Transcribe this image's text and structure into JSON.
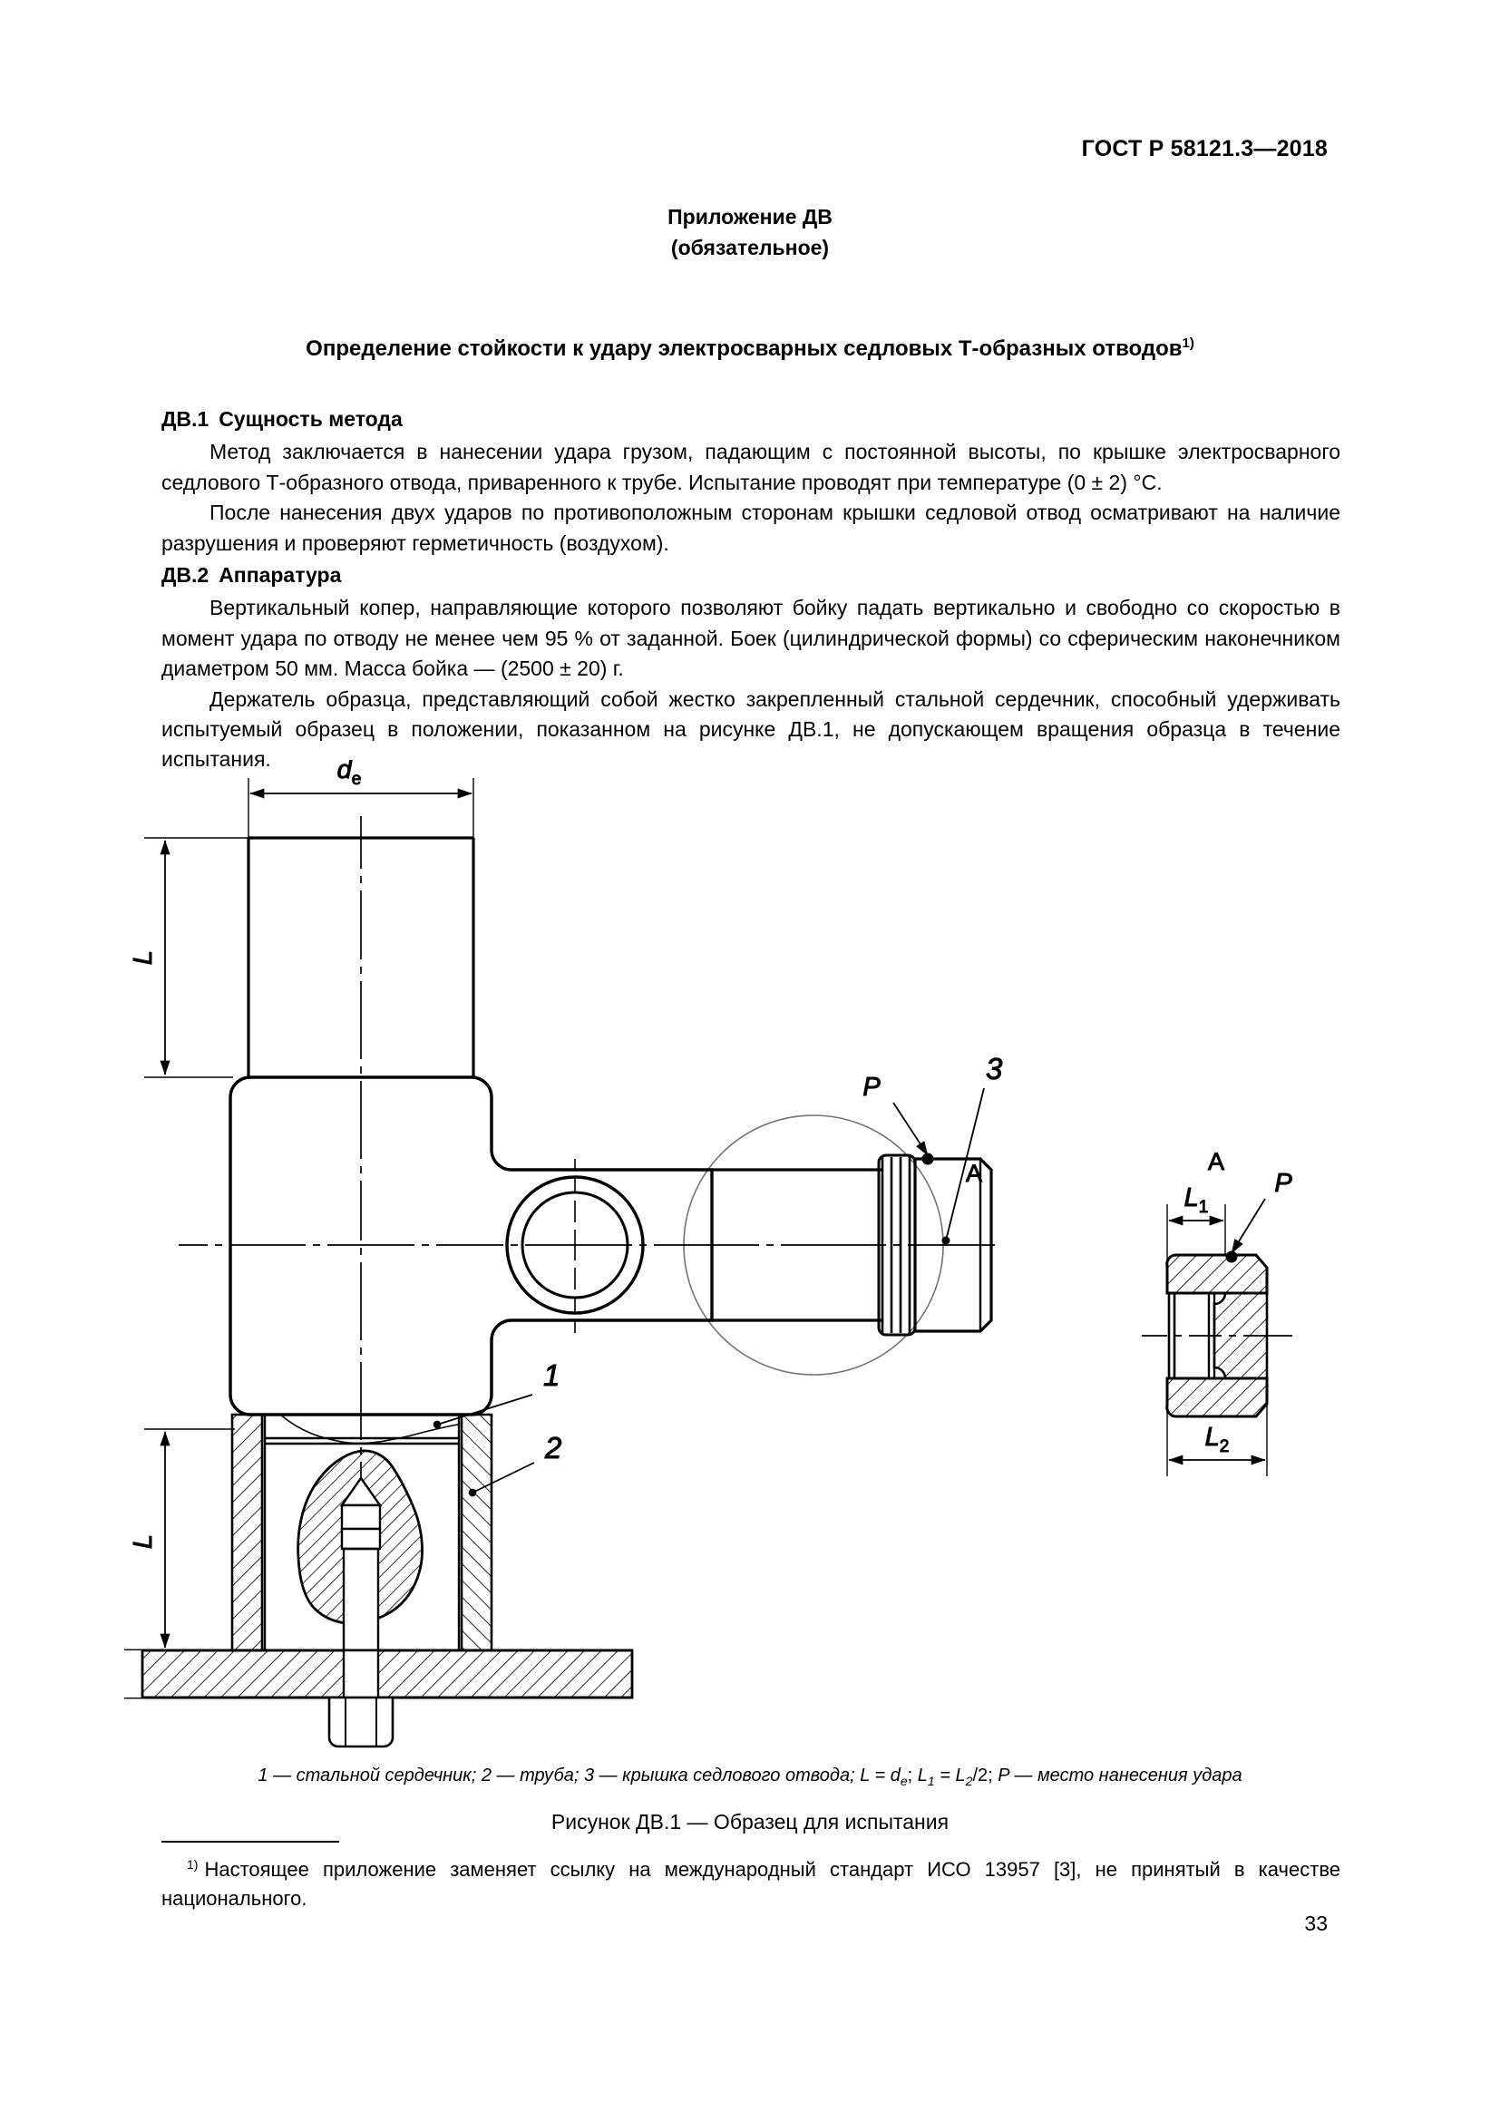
{
  "header": {
    "standard_number": "ГОСТ Р 58121.3—2018"
  },
  "annex": {
    "line1": "Приложение ДВ",
    "line2": "(обязательное)"
  },
  "title": {
    "text": "Определение стойкости к удару электросварных седловых Т-образных отводов",
    "footnote_marker": "1)"
  },
  "sections": [
    {
      "number": "ДВ.1",
      "heading": "Сущность метода",
      "paragraphs": [
        "Метод заключается в нанесении удара грузом, падающим с постоянной высоты, по крышке электросварного седлового Т-образного отвода, приваренного к трубе. Испытание проводят при температуре (0 ± 2) °С.",
        "После нанесения двух ударов по противоположным сторонам крышки седловой отвод осматривают на наличие разрушения и проверяют герметичность (воздухом)."
      ]
    },
    {
      "number": "ДВ.2",
      "heading": "Аппаратура",
      "paragraphs": [
        "Вертикальный копер, направляющие которого позволяют бойку падать вертикально и свободно со скоростью в момент удара по отводу не менее чем 95 % от заданной. Боек (цилиндрической формы) со сферическим наконечником диаметром 50 мм. Масса бойка — (2500 ± 20) г.",
        "Держатель образца, представляющий собой жестко закрепленный стальной сердечник, способный удерживать испытуемый образец в положении, показанном на рисунке ДВ.1, не допускающем вращения образца в течение испытания."
      ]
    }
  ],
  "figure": {
    "labels": {
      "de": "d",
      "de_sub": "e",
      "L_left_top": "L",
      "L_left_bottom": "L",
      "item1": "1",
      "item2": "2",
      "item3": "3",
      "P_main": "P",
      "A_main": "A",
      "A_detail": "A",
      "P_detail": "P",
      "L1": "L",
      "L1_sub": "1",
      "L2": "L",
      "L2_sub": "2"
    },
    "legend": {
      "item1": "1 — стальной сердечник;",
      "item2": "2 — труба;",
      "item3": "3 — крышка седлового отвода;",
      "eq1_L": "L",
      "eq1_rest": " = d",
      "eq1_sub": "e",
      "eq1_end": ";",
      "eq2_L1": "L",
      "eq2_L1_sub": "1",
      "eq2_mid": " = L",
      "eq2_L2_sub": "2",
      "eq2_end": "/2;",
      "itemP": "P — место нанесения удара"
    },
    "caption": "Рисунок ДВ.1 — Образец для испытания"
  },
  "footnote": {
    "marker": "1)",
    "text": "Настоящее приложение заменяет ссылку на международный стандарт ИСО 13957 [3], не принятый в качестве национального."
  },
  "page_number": "33",
  "colors": {
    "ink": "#000000",
    "paper": "#ffffff"
  }
}
